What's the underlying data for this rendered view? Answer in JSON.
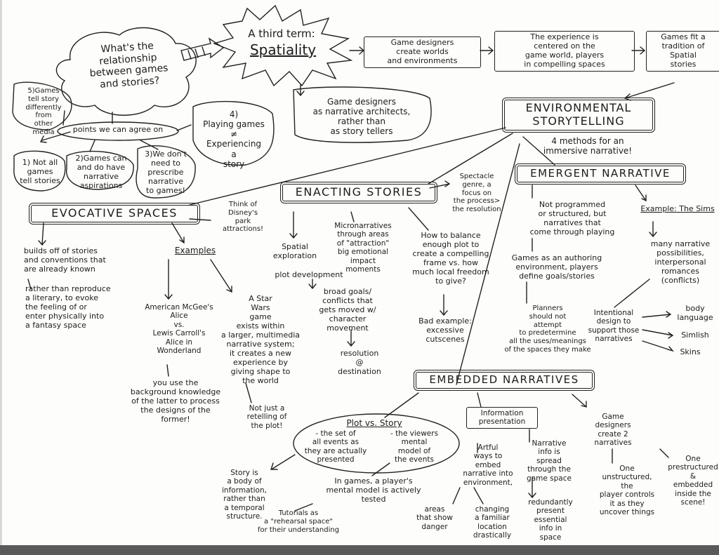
{
  "question": "What's the\nrelationship\nbetween games\nand stories?",
  "third_term_line1": "A third term:",
  "third_term_line2": "Spatiality",
  "create_worlds": "Game designers\ncreate worlds\nand environments",
  "experience": "The experience is\ncentered on the\ngame world, players\nin compelling spaces",
  "tradition": "Games fit a\ntradition of\nSpatial\nstories",
  "architects": "Game designers\nas narrative architects,\nrather than\nas story tellers",
  "env_storytelling": "ENVIRONMENTAL\nSTORYTELLING",
  "four_methods": "4 methods for an\nimmersive narrative!",
  "tell_differently": "5)Games\ntell story\ndifferently\nfrom\nother\nmedia",
  "points_agree": "points we can agree on",
  "not_all": "1) Not all\ngames\ntell stories",
  "narrative_aspirations": "2)Games can\nand do have\nnarrative\naspirations",
  "dont_prescribe": "3)We don't\nneed to\nprescribe\nnarrative\nto games!",
  "playing_games": "4)\nPlaying games\n≠\nExperiencing\na\nstory",
  "evocative_spaces": "EVOCATIVE SPACES",
  "disney": "Think of\nDisney's\npark\nattractions!",
  "builds_off": "builds off of stories\nand conventions that\nare already known",
  "rather_than": "rather than reproduce\na literary, to evoke\nthe feeling of or\nenter physically into\na fantasy space",
  "examples": "Examples",
  "alice": "American McGee's\nAlice\nvs.\nLewis Carroll's\nAlice in\nWonderland",
  "background_knowledge": "you use the\nbackground knowledge\nof the latter to process\nthe designs of the\nformer!",
  "star_wars": "A Star\nWars\ngame\nexists within\na larger, multimedia\nnarrative system;\nit creates a new\nexperience by\ngiving shape to\nthe world",
  "not_retelling": "Not just a\nretelling of\nthe plot!",
  "enacting_stories": "ENACTING STORIES",
  "spectacle": "Spectacle\ngenre, a\nfocus on\nthe process>\nthe resolution",
  "spatial_exploration": "Spatial\nexploration",
  "plot_development": "plot development",
  "micronarratives": "Micronarratives\nthrough areas\nof \"attraction\"\nbig emotional\nimpact\nmoments",
  "how_balance": "How to balance\nenough plot to\ncreate a compelling\nframe vs. how\nmuch local freedom\nto give?",
  "broad_goals": "broad goals/\nconflicts that\ngets moved w/\ncharacter\nmovement",
  "resolution": "resolution\n@\ndestination",
  "bad_example": "Bad example:\nexcessive\ncutscenes",
  "emergent": "EMERGENT NARRATIVE",
  "example_sims": "Example: The Sims",
  "not_programmed": "Not programmed\nor structured, but\nnarratives that\ncome through playing",
  "authoring": "Games as an authoring\nenvironment, players\ndefine goals/stories",
  "many_possibilities": "many narrative\npossibilities,\ninterpersonal\nromances (conflicts)",
  "planners": "Planners\nshould not\nattempt\nto predetermine\nall the uses/meanings\nof the spaces they make",
  "intentional": "Intentional\ndesign to\nsupport those\nnarratives",
  "body_language": "body\nlanguage",
  "simlish": "Simlish",
  "skins": "Skins",
  "embedded": "EMBEDDED NARRATIVES",
  "plot_vs_story": "Plot vs. Story",
  "plot_def": "- the set of\nall events as\nthey are actually\npresented",
  "story_def": "- the viewers\nmental\nmodel of\nthe events",
  "story_body": "Story is\na body of\ninformation,\nrather than\na temporal\nstructure.",
  "mental_model": "In games, a player's\nmental model is actively\ntested",
  "tutorials": "Tutorials as\na \"rehearsal space\"\nfor their understanding",
  "info_presentation": "Information\npresentation",
  "artful": "Artful\nways to\nembed\nnarrative into\nenvironment,",
  "areas_danger": "areas\nthat show\ndanger",
  "changing": "changing\na familiar\nlocation\ndrastically",
  "narrative_spread": "Narrative\ninfo is\nspread\nthrough the\ngame space",
  "redundantly": "redundantly\npresent\nessential\ninfo in\nspace",
  "two_narratives": "Game\ndesigners\ncreate 2\nnarratives",
  "one_unstructured": "One\nunstructured,\nthe\nplayer controls\nit as they\nuncover things",
  "one_prestructured": "One\nprestructured\n&\nembedded\ninside the\nscene!"
}
